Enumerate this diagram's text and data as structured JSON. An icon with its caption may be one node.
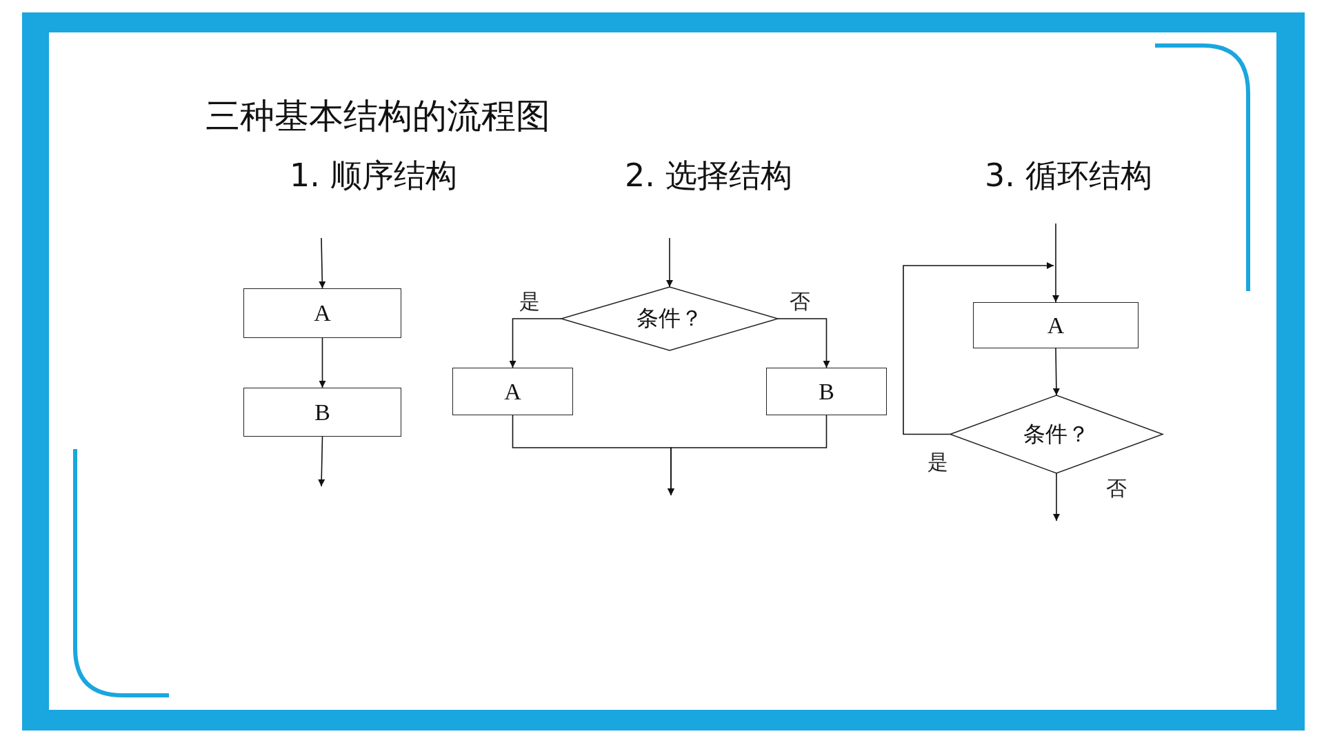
{
  "diagram": {
    "title": "三种基本结构的流程图",
    "nodes": [
      {
        "text": [
          "A"
        ]
      },
      {
        "text": [
          "B"
        ]
      },
      {
        "text": [
          "条件？"
        ]
      },
      {
        "text": [
          "A"
        ]
      },
      {
        "text": [
          "B"
        ]
      },
      {
        "text": [
          "A"
        ]
      },
      {
        "text": [
          "条件？"
        ]
      }
    ],
    "edges": [
      {
        "from": null,
        "to": 0,
        "arrow": "to"
      },
      {
        "from": 0,
        "to": 1,
        "arrow": "to"
      },
      {
        "from": 1,
        "to": null,
        "arrow": "to"
      },
      {
        "from": null,
        "to": 2,
        "arrow": "to"
      },
      {
        "from": 2,
        "to": 3,
        "arrow": "to",
        "label": "是"
      },
      {
        "from": 2,
        "to": 4,
        "arrow": "to",
        "label": "否"
      },
      {
        "from": 3,
        "to": null,
        "arrow": "to"
      },
      {
        "from": 4,
        "to": null,
        "arrow": "to"
      },
      {
        "from": null,
        "to": 5,
        "arrow": "to"
      },
      {
        "from": 5,
        "to": 6,
        "arrow": "to"
      },
      {
        "from": 6,
        "to": null,
        "arrow": "to",
        "label": "是"
      },
      {
        "from": 6,
        "to": null,
        "arrow": "to",
        "label": "否"
      }
    ],
    "labels": [
      "1. 顺序结构",
      "2. 选择结构",
      "3. 循环结构"
    ]
  }
}
